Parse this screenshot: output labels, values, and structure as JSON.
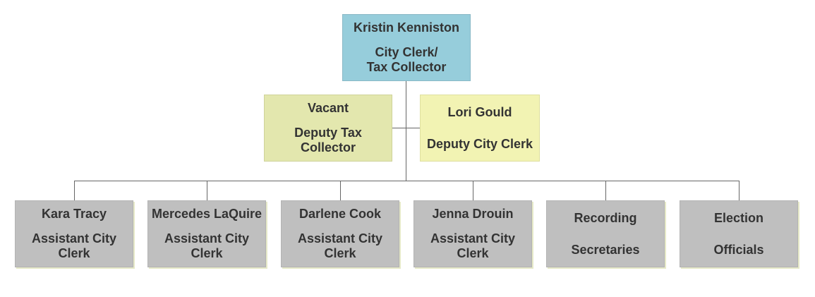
{
  "chart": {
    "top": {
      "name": "Kristin Kenniston",
      "role": "City Clerk/\nTax Collector"
    },
    "deputies": [
      {
        "name": "Vacant",
        "role": "Deputy Tax\nCollector"
      },
      {
        "name": "Lori Gould",
        "role": "Deputy City Clerk"
      }
    ],
    "staff": [
      {
        "name": "Kara Tracy",
        "role": "Assistant City\nClerk"
      },
      {
        "name": "Mercedes LaQuire",
        "role": "Assistant City\nClerk"
      },
      {
        "name": "Darlene Cook",
        "role": "Assistant City\nClerk"
      },
      {
        "name": "Jenna Drouin",
        "role": "Assistant City\nClerk"
      },
      {
        "name": "Recording",
        "role": "Secretaries"
      },
      {
        "name": "Election",
        "role": "Officials"
      }
    ]
  },
  "colors": {
    "top_fill": "#96cddb",
    "deputy_tax_fill": "#e3e7ae",
    "deputy_clerk_fill": "#f2f3b3",
    "staff_fill": "#bfbfbf",
    "connector": "#666666"
  }
}
